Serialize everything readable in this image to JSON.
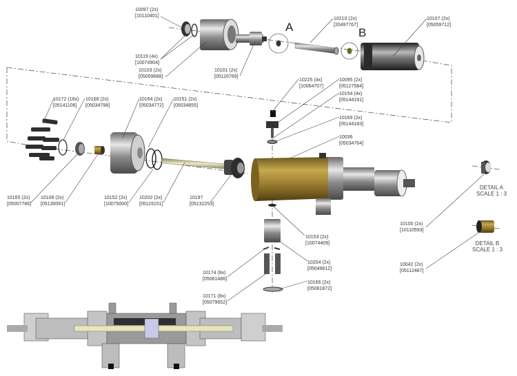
{
  "detail_markers": {
    "a": "A",
    "b": "B"
  },
  "details": [
    {
      "title": "DETAIL A",
      "scale": "SCALE 1 : 3"
    },
    {
      "title": "DETAIL B",
      "scale": "SCALE 1 : 3"
    }
  ],
  "parts": [
    {
      "id": "10097 (2x)",
      "code": "[10110401]"
    },
    {
      "id": "10119 (4x)",
      "code": "[10074904]"
    },
    {
      "id": "10103 (2x)",
      "code": "[05059688]"
    },
    {
      "id": "10101 (2x)",
      "code": "[05116769]"
    },
    {
      "id": "10210 (2x)",
      "code": "[20497767]"
    },
    {
      "id": "10107 (2x)",
      "code": "[05059712]"
    },
    {
      "id": "10225 (4x)",
      "code": "[10064707]"
    },
    {
      "id": "10095 (2x)",
      "code": "[05127584]"
    },
    {
      "id": "10154 (4x)",
      "code": "[05144191]"
    },
    {
      "id": "10169 (2x)",
      "code": "[05144183]"
    },
    {
      "id": "10036",
      "code": "[05034764]"
    },
    {
      "id": "10172 (16x)",
      "code": "[05141106]"
    },
    {
      "id": "10168 (2x)",
      "code": "[05034798]"
    },
    {
      "id": "10164 (2x)",
      "code": "[05034772]"
    },
    {
      "id": "10151 (2x)",
      "code": "[05034855]"
    },
    {
      "id": "10165 (2x)",
      "code": "[05007786]"
    },
    {
      "id": "10108 (2x)",
      "code": "[05130091]"
    },
    {
      "id": "10152 (2x)",
      "code": "[10075000]"
    },
    {
      "id": "10202 (2x)",
      "code": "[05119151]"
    },
    {
      "id": "10197",
      "code": "[05132253]"
    },
    {
      "id": "10153 (2x)",
      "code": "[10074409]"
    },
    {
      "id": "10204 (2x)",
      "code": "[05049812]"
    },
    {
      "id": "10166 (2x)",
      "code": "[05081872]"
    },
    {
      "id": "10174 (8x)",
      "code": "[05061486]"
    },
    {
      "id": "10171 (8x)",
      "code": "[05079652]"
    },
    {
      "id": "10100 (2x)",
      "code": "[10110593]"
    },
    {
      "id": "10042 (2x)",
      "code": "[05112487]"
    }
  ],
  "colors": {
    "brass": "#a88a3a",
    "steel": "#9a9a9a",
    "dark": "#3a3a3a",
    "rod": "#e8e6b8",
    "piston": "#c9c9e8"
  }
}
